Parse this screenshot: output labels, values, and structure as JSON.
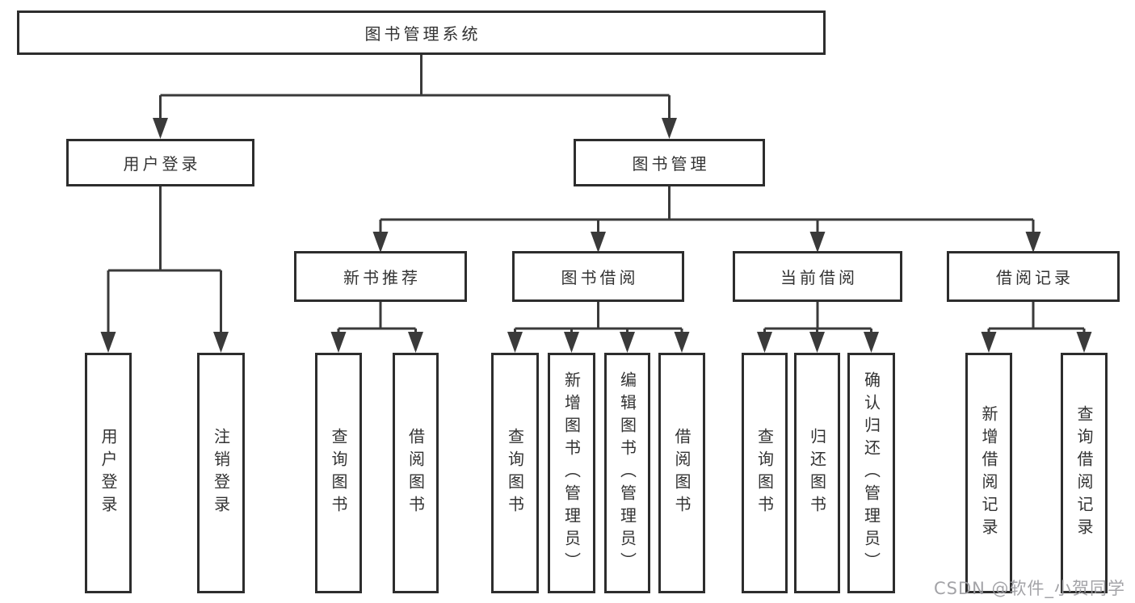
{
  "diagram_type": "functional-structure-tree",
  "colors": {
    "background": "#ffffff",
    "box_border": "#2d2d2d",
    "connector_line": "#3a3a3a",
    "text": "#333333",
    "watermark_text": "#9b9ba0"
  },
  "watermark": "CSDN @软件_小贺同学",
  "tree": {
    "root": {
      "label": "图书管理系统",
      "children": [
        {
          "label": "用户登录",
          "children": [
            {
              "label": "用户登录"
            },
            {
              "label": "注销登录"
            }
          ]
        },
        {
          "label": "图书管理",
          "children": [
            {
              "label": "新书推荐",
              "children": [
                {
                  "label": "查询图书"
                },
                {
                  "label": "借阅图书"
                }
              ]
            },
            {
              "label": "图书借阅",
              "children": [
                {
                  "label": "查询图书"
                },
                {
                  "label": "新增图书（管理员）"
                },
                {
                  "label": "编辑图书（管理员）"
                },
                {
                  "label": "借阅图书"
                }
              ]
            },
            {
              "label": "当前借阅",
              "children": [
                {
                  "label": "查询图书"
                },
                {
                  "label": "归还图书"
                },
                {
                  "label": "确认归还（管理员）"
                }
              ]
            },
            {
              "label": "借阅记录",
              "children": [
                {
                  "label": "新增借阅记录"
                },
                {
                  "label": "查询借阅记录"
                }
              ]
            }
          ]
        }
      ]
    }
  }
}
